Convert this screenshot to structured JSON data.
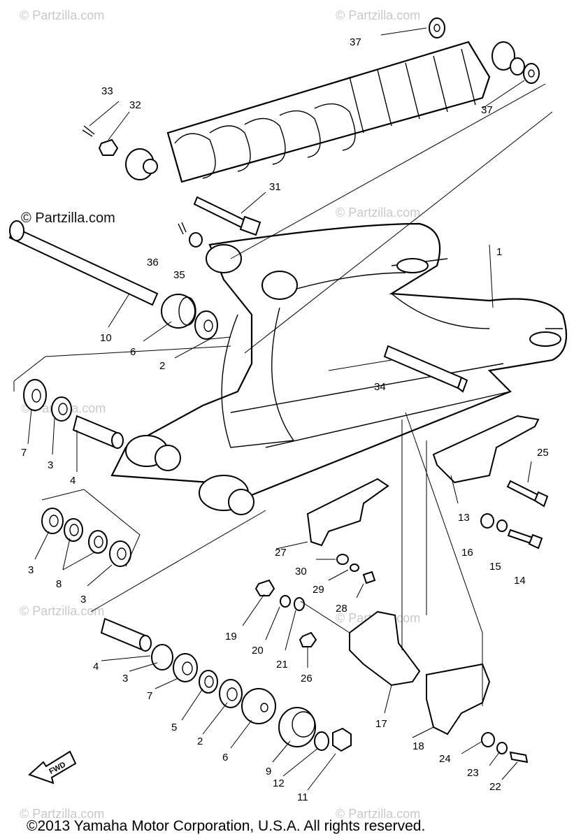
{
  "watermark": "© Partzilla.com",
  "copyright": "©2013 Yamaha Motor Corporation, U.S.A. All rights reserved.",
  "fwd_label": "FWD",
  "part_labels": {
    "p1": "1",
    "p2a": "2",
    "p2b": "2",
    "p3a": "3",
    "p3b": "3",
    "p3c": "3",
    "p3d": "3",
    "p4a": "4",
    "p4b": "4",
    "p5": "5",
    "p6a": "6",
    "p6b": "6",
    "p7a": "7",
    "p7b": "7",
    "p8": "8",
    "p9": "9",
    "p10": "10",
    "p11": "11",
    "p12": "12",
    "p13": "13",
    "p14": "14",
    "p15": "15",
    "p16": "16",
    "p17": "17",
    "p18": "18",
    "p19": "19",
    "p20": "20",
    "p21": "21",
    "p22": "22",
    "p23": "23",
    "p24": "24",
    "p25": "25",
    "p26": "26",
    "p27": "27",
    "p28": "28",
    "p29": "29",
    "p30": "30",
    "p31": "31",
    "p32": "32",
    "p33": "33",
    "p34": "34",
    "p35": "35",
    "p36": "36",
    "p37a": "37",
    "p37b": "37"
  }
}
